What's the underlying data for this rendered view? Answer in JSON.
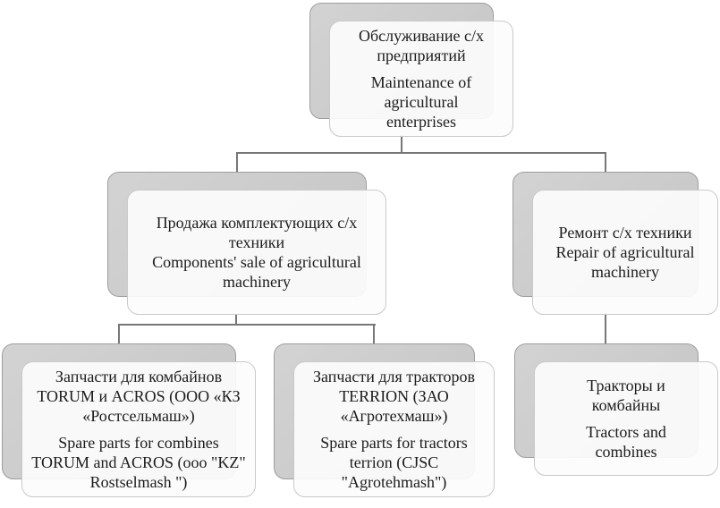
{
  "nodes": {
    "root": {
      "ru": "Обслуживание с/х предприятий",
      "en": "Maintenance of agricultural enterprises"
    },
    "sales": {
      "ru": "Продажа комплектующих с/х техники",
      "en": "Components' sale of agricultural machinery"
    },
    "repair": {
      "ru": "Ремонт с/х техники",
      "en": "Repair of agricultural machinery"
    },
    "combine_parts": {
      "ru": "Запчасти для комбайнов TORUM и ACROS (ООО «КЗ «Ростсельмаш»)",
      "en": "Spare parts for combines TORUM and ACROS (ooo \"KZ\" Rostselmash \")"
    },
    "tractor_parts": {
      "ru": "Запчасти для тракторов TERRION (ЗАО «Агротехмаш»)",
      "en": "Spare parts for tractors terrion (CJSC \"Agrotehmash\")"
    },
    "tractors_combines": {
      "ru": "Тракторы и комбайны",
      "en": "Tractors and combines"
    }
  },
  "colors": {
    "background": "#ffffff",
    "shadow_fill": "#cbcbcb",
    "shadow_border": "#9e9e9e",
    "card_border": "#c9c9c9",
    "connector": "#777777",
    "text": "#1c1c1c"
  }
}
